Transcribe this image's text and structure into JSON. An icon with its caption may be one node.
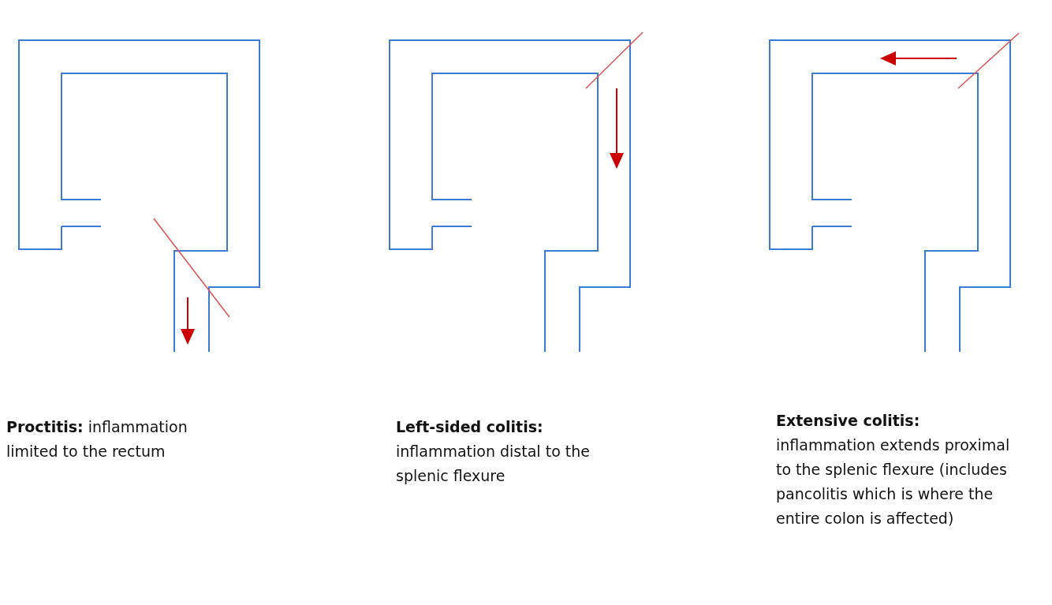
{
  "diagram": {
    "labels": [
      "**Proctitis:** inflammation limited to the rectum",
      "**Left-sided colitis:** inflammation distal to the splenic flexure",
      "**Extensive colitis:** inflammation extends proximal to the splenic flexure (includes pancolitis which is where the entire colon is affected)"
    ]
  }
}
